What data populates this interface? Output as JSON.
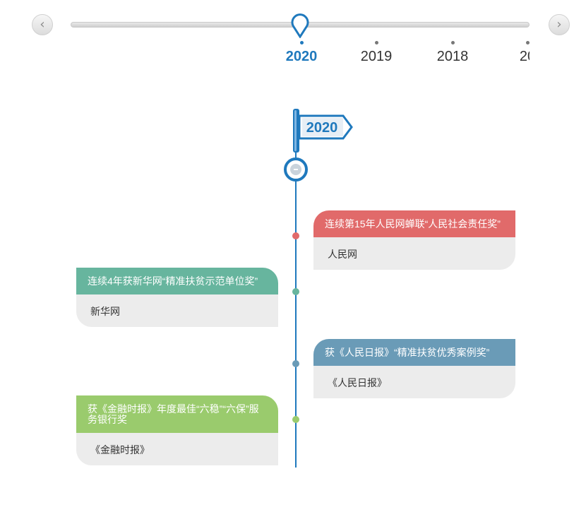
{
  "slider": {
    "prev_glyph": "‹",
    "next_glyph": "›",
    "years": [
      "2020",
      "2019",
      "2018",
      "20"
    ],
    "active_year": "2020"
  },
  "timeline": {
    "flag_label": "2020",
    "accent_color": "#1f79bd",
    "entries": [
      {
        "title": "连续第15年人民网蝉联“人民社会责任奖”",
        "source": "人民网",
        "color": "#e16a6a"
      },
      {
        "title": "连续4年获新华网“精准扶贫示范单位奖”",
        "source": "新华网",
        "color": "#67b59e"
      },
      {
        "title": "获《人民日报》“精准扶贫优秀案例奖”",
        "source": "《人民日报》",
        "color": "#6a9bb7"
      },
      {
        "title": "获《金融时报》年度最佳“六稳”“六保”服务银行奖",
        "source": "《金融时报》",
        "color": "#9acb6d"
      }
    ]
  }
}
